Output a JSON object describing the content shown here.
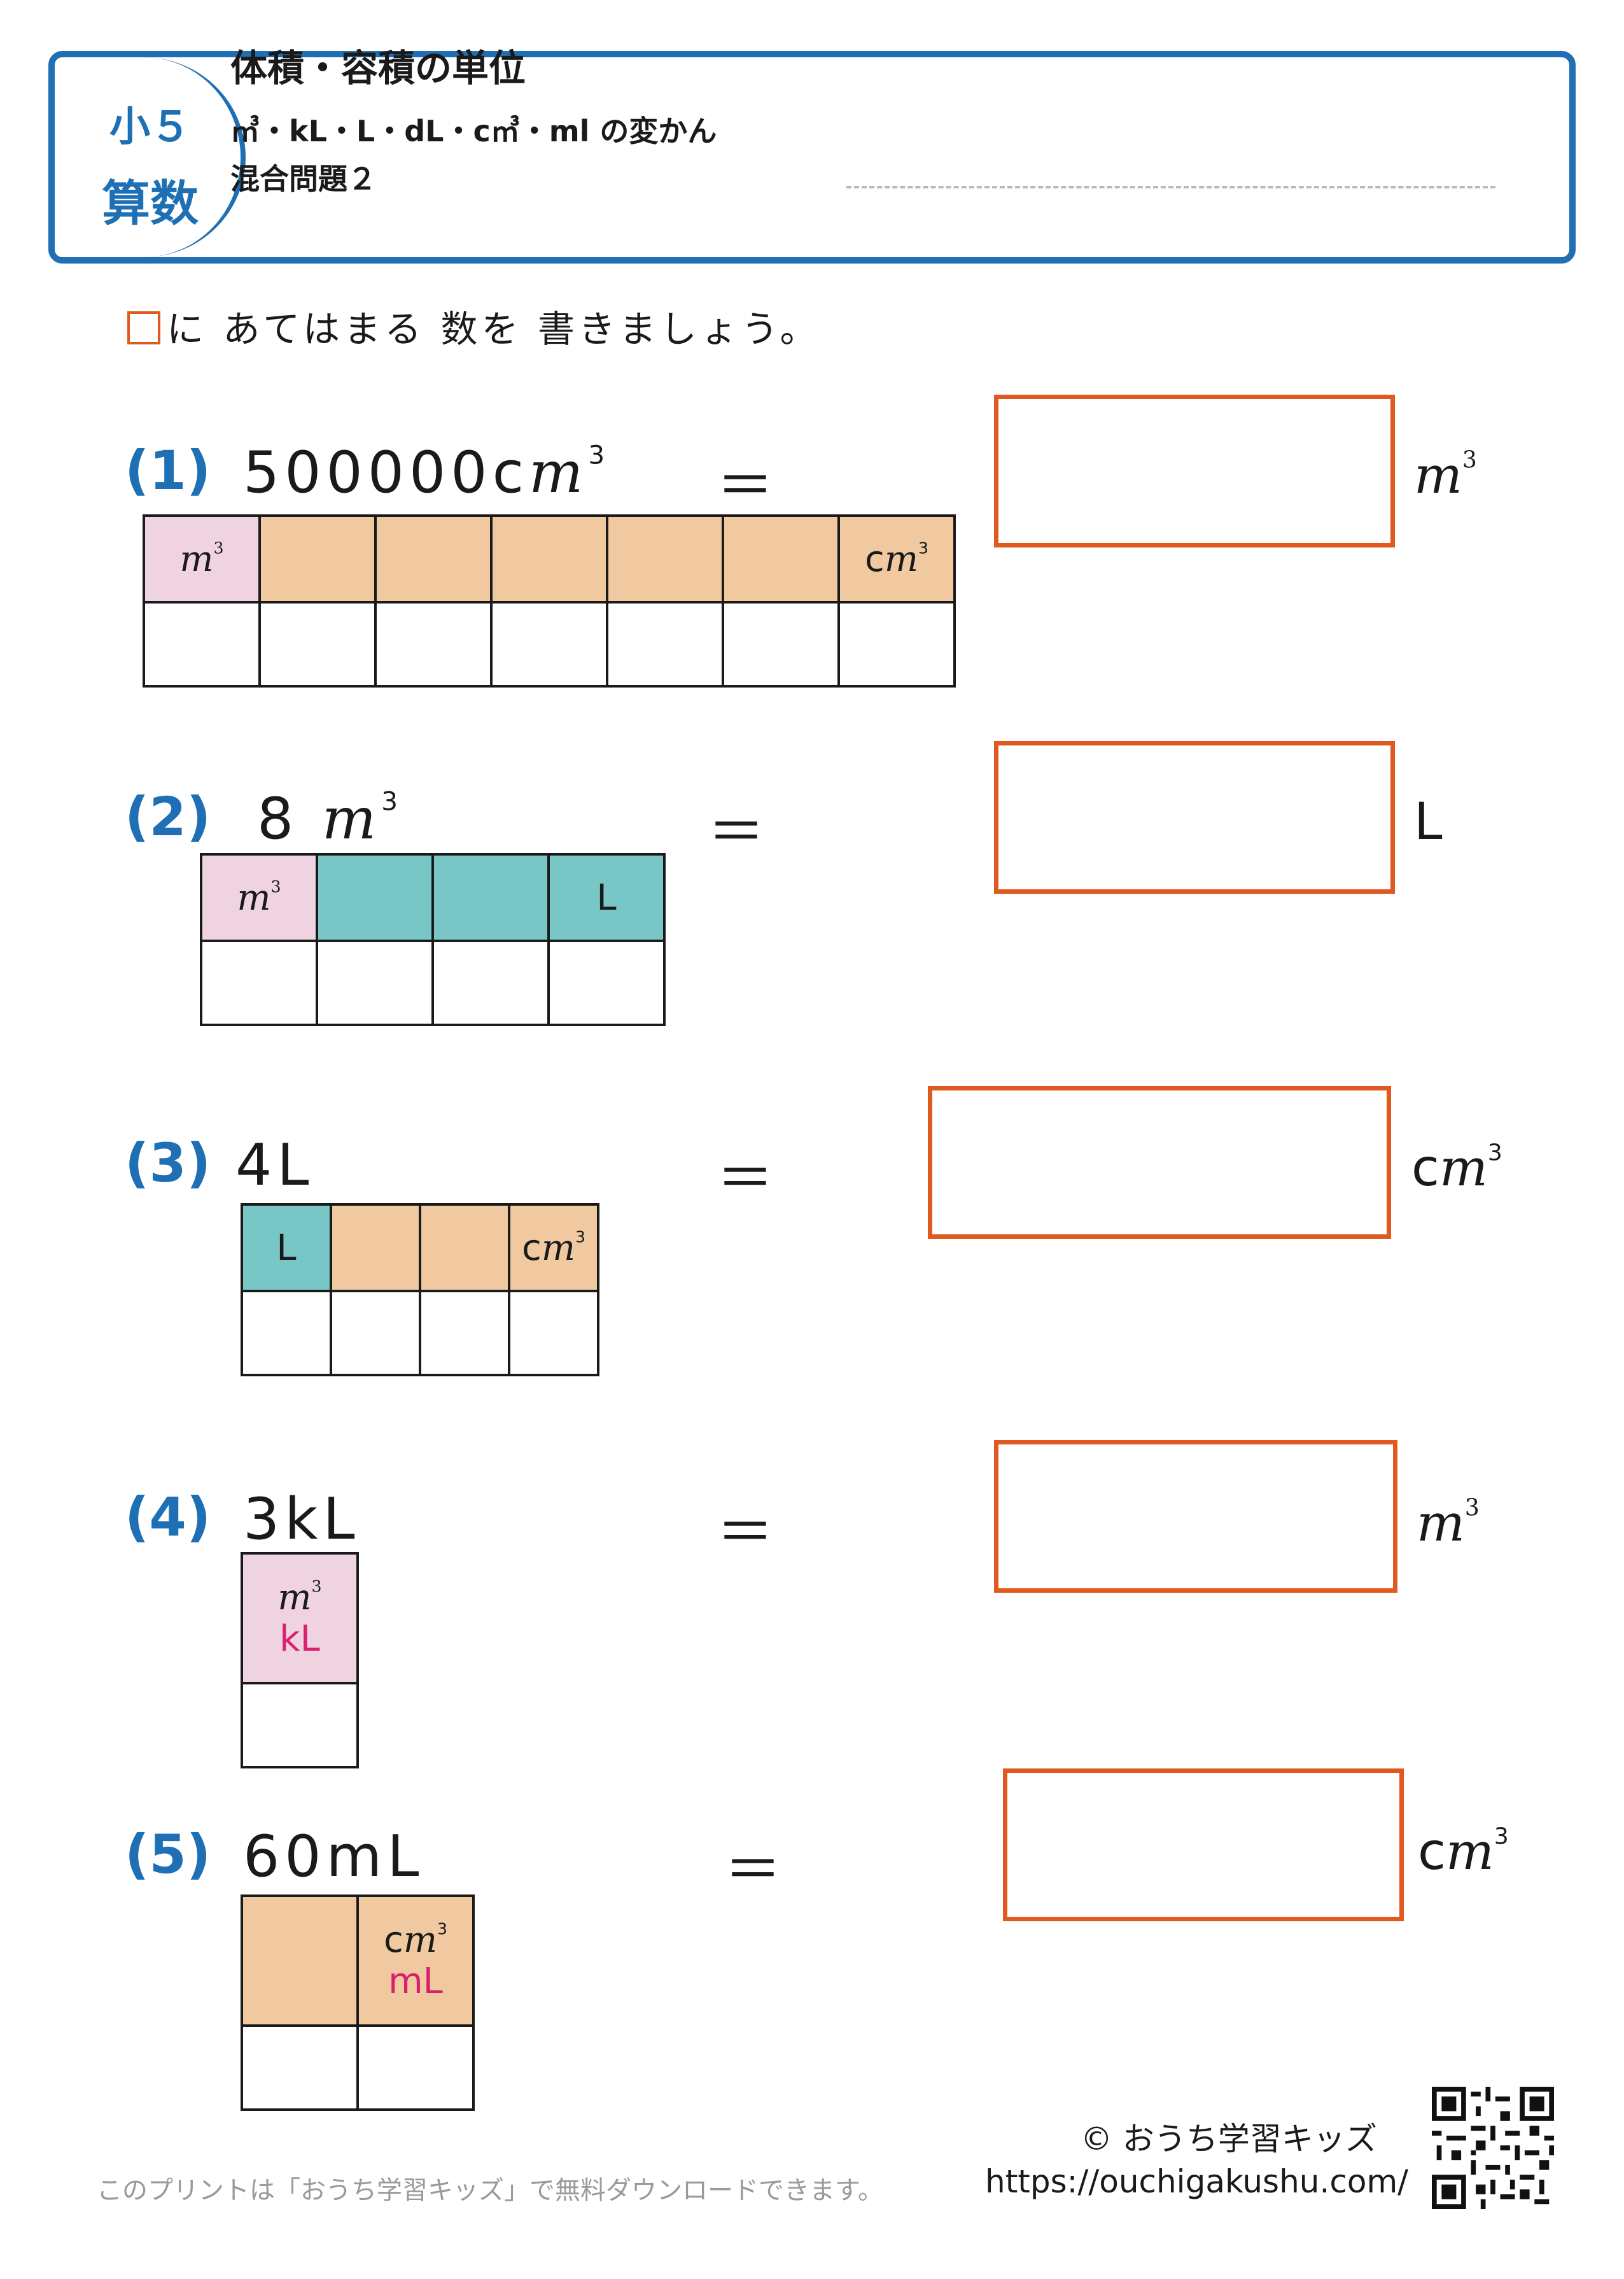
{
  "header": {
    "grade": "小５",
    "subject": "算数",
    "title": "体積・容積の単位",
    "subtitle": "㎥・kL・L・dL・c㎥・ml の変かん",
    "subtitle2": "混合問題２"
  },
  "instruction": "に あてはまる 数を 書きましょう。",
  "problems": [
    {
      "num": "(1)",
      "qty": "500000c",
      "eq": "＝",
      "unit_pre": ""
    },
    {
      "num": "(2)",
      "qty": "8",
      "eq": "＝",
      "unit": "L"
    },
    {
      "num": "(3)",
      "qty": "4L",
      "eq": "＝",
      "unit_pre": "c"
    },
    {
      "num": "(4)",
      "qty": "3kL",
      "eq": "＝",
      "unit_pre": ""
    },
    {
      "num": "(5)",
      "qty": "60mL",
      "eq": "＝",
      "unit_pre": "c"
    }
  ],
  "units": {
    "m": "m",
    "cube": "3",
    "c": "c",
    "L": "L",
    "kL": "kL",
    "mL": "mL"
  },
  "footer": {
    "copyright": "© おうち学習キッズ",
    "url": "https://ouchigakushu.com/",
    "note": "このプリントは「おうち学習キッズ」で無料ダウンロードできます。"
  },
  "icons": {
    "qr": "qr-code-icon"
  },
  "colors": {
    "accent": "#1f6fb5",
    "answer_border": "#e05a1f",
    "pink": "#efd3e0",
    "orange": "#f0c9a0",
    "teal": "#79c6c6",
    "magenta": "#d9206e"
  }
}
